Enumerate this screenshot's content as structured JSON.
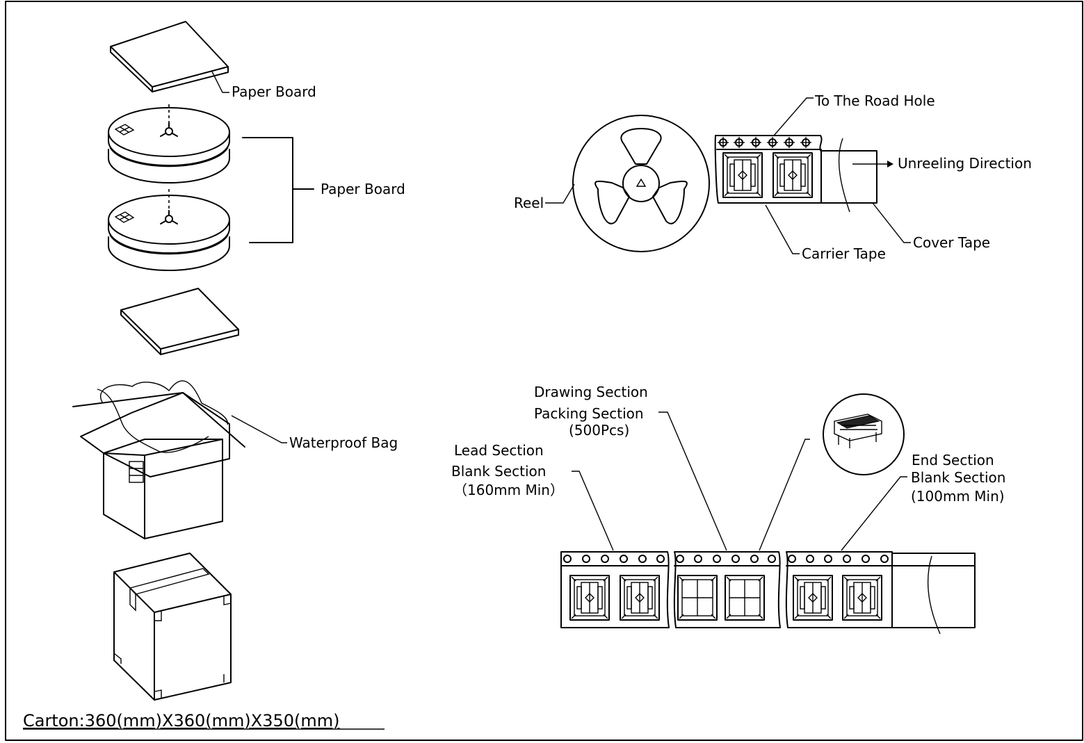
{
  "labels": {
    "paper_board_top": "Paper Board",
    "paper_board_mid": "Paper Board",
    "waterproof_bag": "Waterproof Bag",
    "carton_spec": "Carton:360(mm)X360(mm)X350(mm)",
    "road_hole": "To The Road Hole",
    "unreeling": "Unreeling Direction",
    "reel": "Reel",
    "carrier_tape": "Carrier Tape",
    "cover_tape": "Cover Tape",
    "drawing_section": "Drawing Section",
    "packing_section": "Packing Section",
    "packing_qty": "(500Pcs)",
    "lead_section": "Lead Section",
    "lead_blank": "Blank Section",
    "lead_min": "（160mm Min）",
    "end_section": "End Section",
    "end_blank": "Blank Section",
    "end_min": "(100mm Min)"
  }
}
